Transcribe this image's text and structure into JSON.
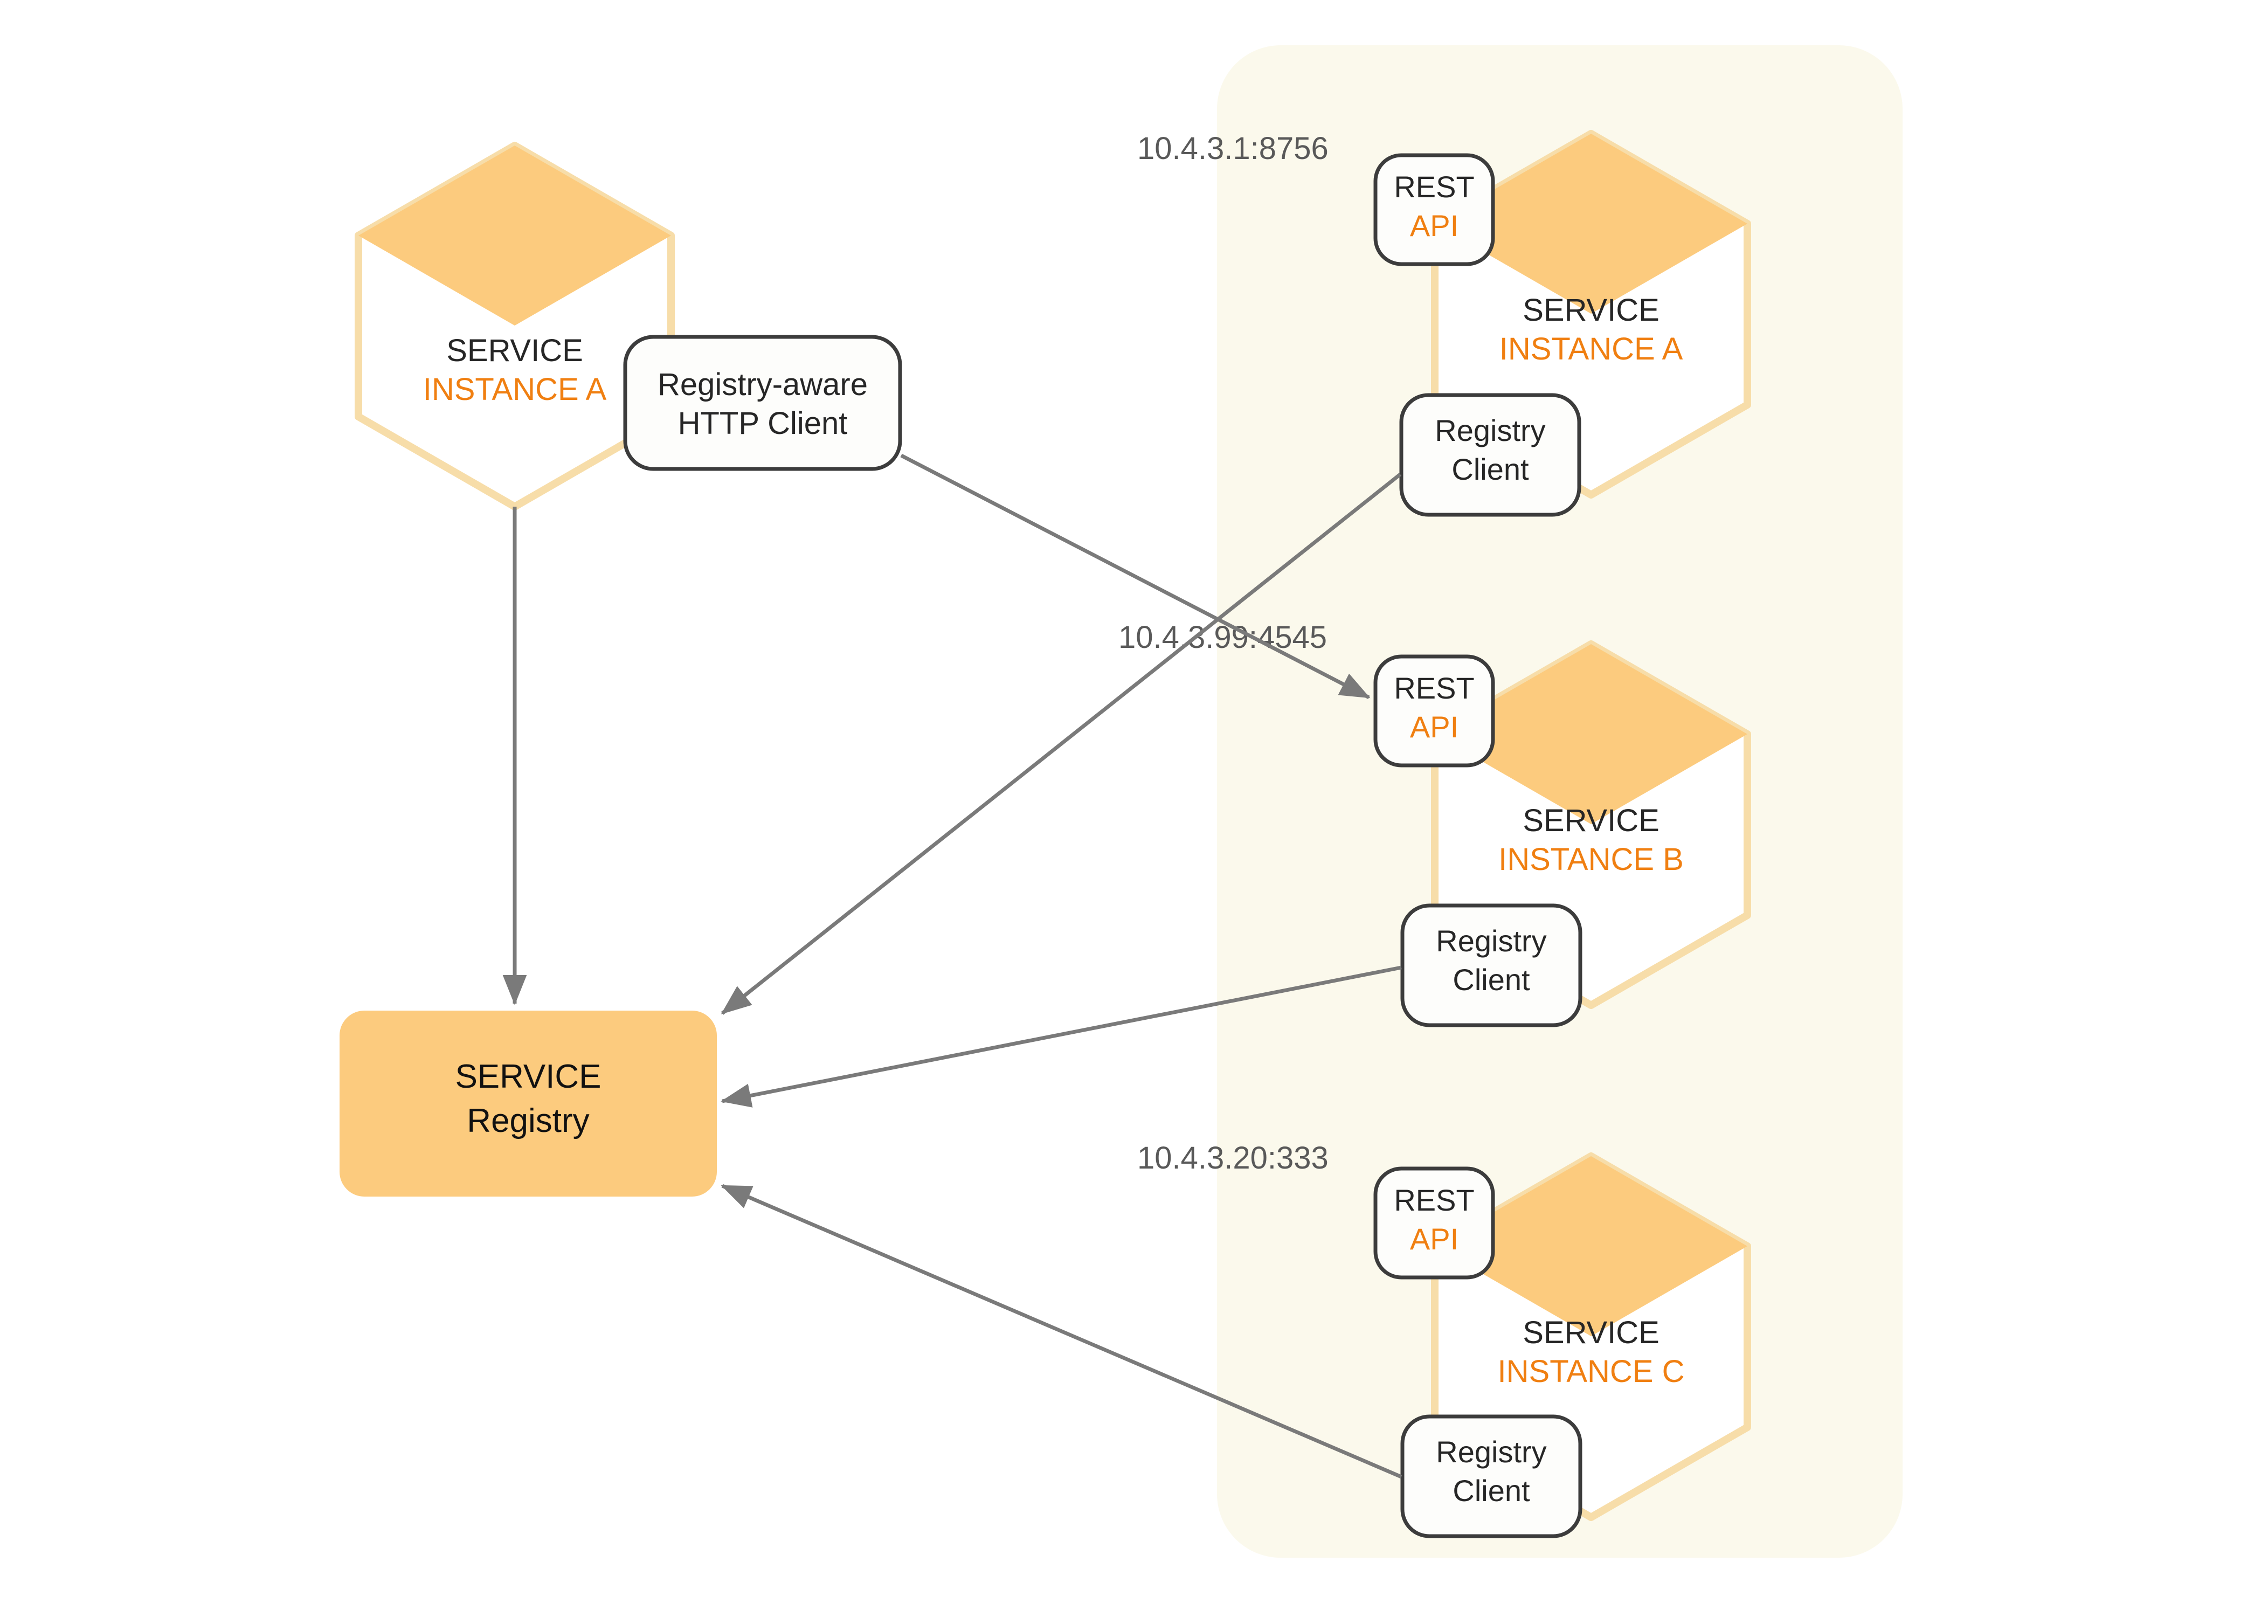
{
  "diagram": {
    "title_text_color": "#262626",
    "accent_color": "#F07F11",
    "hex_fill_color": "#FCCB7E",
    "hex_stroke_color": "#F7DDA9",
    "panel_background_color": "#FBF9EC",
    "connector_color": "#7A7A7A",
    "registry_fill_color": "#FCCB7E"
  },
  "client_side": {
    "service": {
      "line1": "SERVICE",
      "line2": "INSTANCE A"
    },
    "http_client": {
      "line1": "Registry-aware",
      "line2": "HTTP Client"
    }
  },
  "registry": {
    "line1": "SERVICE",
    "line2": "Registry"
  },
  "instances": [
    {
      "address": "10.4.3.1:8756",
      "rest_api": {
        "line1": "REST",
        "line2": "API"
      },
      "service": {
        "line1": "SERVICE",
        "line2": "INSTANCE A"
      },
      "registry_client": {
        "line1": "Registry",
        "line2": "Client"
      }
    },
    {
      "address": "10.4.3.99:4545",
      "rest_api": {
        "line1": "REST",
        "line2": "API"
      },
      "service": {
        "line1": "SERVICE",
        "line2": "INSTANCE B"
      },
      "registry_client": {
        "line1": "Registry",
        "line2": "Client"
      }
    },
    {
      "address": "10.4.3.20:333",
      "rest_api": {
        "line1": "REST",
        "line2": "API"
      },
      "service": {
        "line1": "SERVICE",
        "line2": "INSTANCE C"
      },
      "registry_client": {
        "line1": "Registry",
        "line2": "Client"
      }
    }
  ]
}
